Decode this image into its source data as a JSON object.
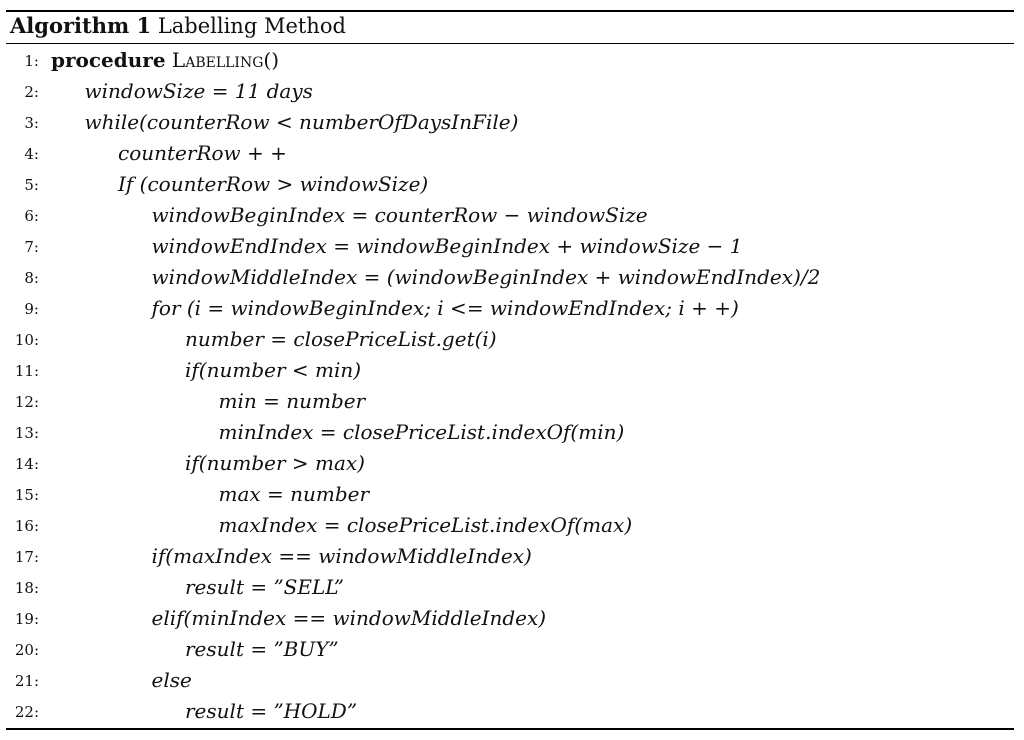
{
  "algorithm": {
    "label": "Algorithm 1",
    "title": "Labelling Method"
  },
  "lines": [
    {
      "no": "1:",
      "indent": 0,
      "keyword": "procedure",
      "name": "Labelling",
      "text": "()"
    },
    {
      "no": "2:",
      "indent": 1,
      "text": "windowSize = 11 days"
    },
    {
      "no": "3:",
      "indent": 1,
      "text": "while(counterRow < numberOfDaysInFile)"
    },
    {
      "no": "4:",
      "indent": 2,
      "text": "counterRow + +"
    },
    {
      "no": "5:",
      "indent": 2,
      "text": "If (counterRow > windowSize)"
    },
    {
      "no": "6:",
      "indent": 3,
      "text": "windowBeginIndex = counterRow − windowSize"
    },
    {
      "no": "7:",
      "indent": 3,
      "text": "windowEndIndex = windowBeginIndex + windowSize − 1"
    },
    {
      "no": "8:",
      "indent": 3,
      "text": "windowMiddleIndex = (windowBeginIndex + windowEndIndex)/2"
    },
    {
      "no": "9:",
      "indent": 3,
      "text": "for (i = windowBeginIndex; i <= windowEndIndex; i + +)"
    },
    {
      "no": "10:",
      "indent": 4,
      "text": "number = closePriceList.get(i)"
    },
    {
      "no": "11:",
      "indent": 4,
      "text": "if(number < min)"
    },
    {
      "no": "12:",
      "indent": 5,
      "text": "min = number"
    },
    {
      "no": "13:",
      "indent": 5,
      "text": "minIndex = closePriceList.indexOf(min)"
    },
    {
      "no": "14:",
      "indent": 4,
      "text": "if(number > max)"
    },
    {
      "no": "15:",
      "indent": 5,
      "text": "max = number"
    },
    {
      "no": "16:",
      "indent": 5,
      "text": "maxIndex = closePriceList.indexOf(max)"
    },
    {
      "no": "17:",
      "indent": 3,
      "text": "if(maxIndex == windowMiddleIndex)"
    },
    {
      "no": "18:",
      "indent": 4,
      "text": "result = ”SELL”"
    },
    {
      "no": "19:",
      "indent": 3,
      "text": "elif(minIndex == windowMiddleIndex)"
    },
    {
      "no": "20:",
      "indent": 4,
      "text": "result = ”BUY”"
    },
    {
      "no": "21:",
      "indent": 3,
      "text": "else"
    },
    {
      "no": "22:",
      "indent": 4,
      "text": "result = ”HOLD”"
    }
  ]
}
